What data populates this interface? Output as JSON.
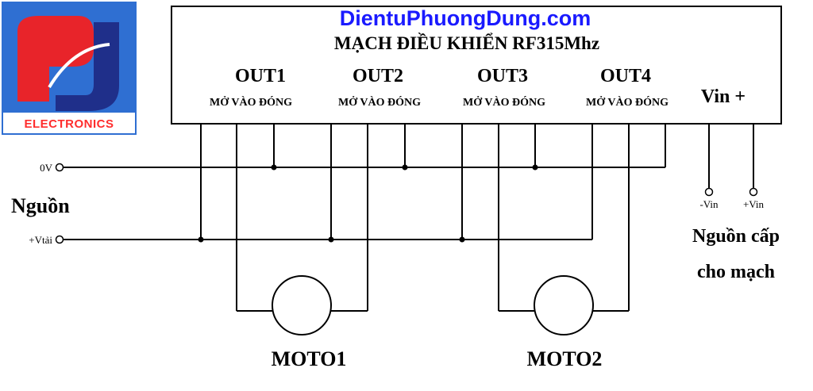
{
  "logo": {
    "text": "ELECTRONICS",
    "colors": {
      "background": "#2f6fd2",
      "red": "#e8242a",
      "blue": "#1f2f8a",
      "text": "#ff2d2d",
      "panel": "#ffffff"
    }
  },
  "module": {
    "site": "DientuPhuongDung.com",
    "title": "MẠCH ĐIỀU KHIỂN RF315Mhz",
    "outputs": [
      {
        "label": "OUT1",
        "terminals": "MỞ VÀO ĐÓNG"
      },
      {
        "label": "OUT2",
        "terminals": "MỞ VÀO ĐÓNG"
      },
      {
        "label": "OUT3",
        "terminals": "MỞ VÀO ĐÓNG"
      },
      {
        "label": "OUT4",
        "terminals": "MỞ VÀO ĐÓNG"
      }
    ],
    "vin_label": "Vin +",
    "site_color": "#1a1aff"
  },
  "supply": {
    "title": "Nguồn",
    "rail_0v": "0V",
    "rail_vload": "+Vtải"
  },
  "circuit_supply": {
    "minus_label": "-Vin",
    "plus_label": "+Vin",
    "caption_line1": "Nguồn cấp",
    "caption_line2": "cho mạch"
  },
  "motors": [
    {
      "label": "MOTO1"
    },
    {
      "label": "MOTO2"
    }
  ]
}
